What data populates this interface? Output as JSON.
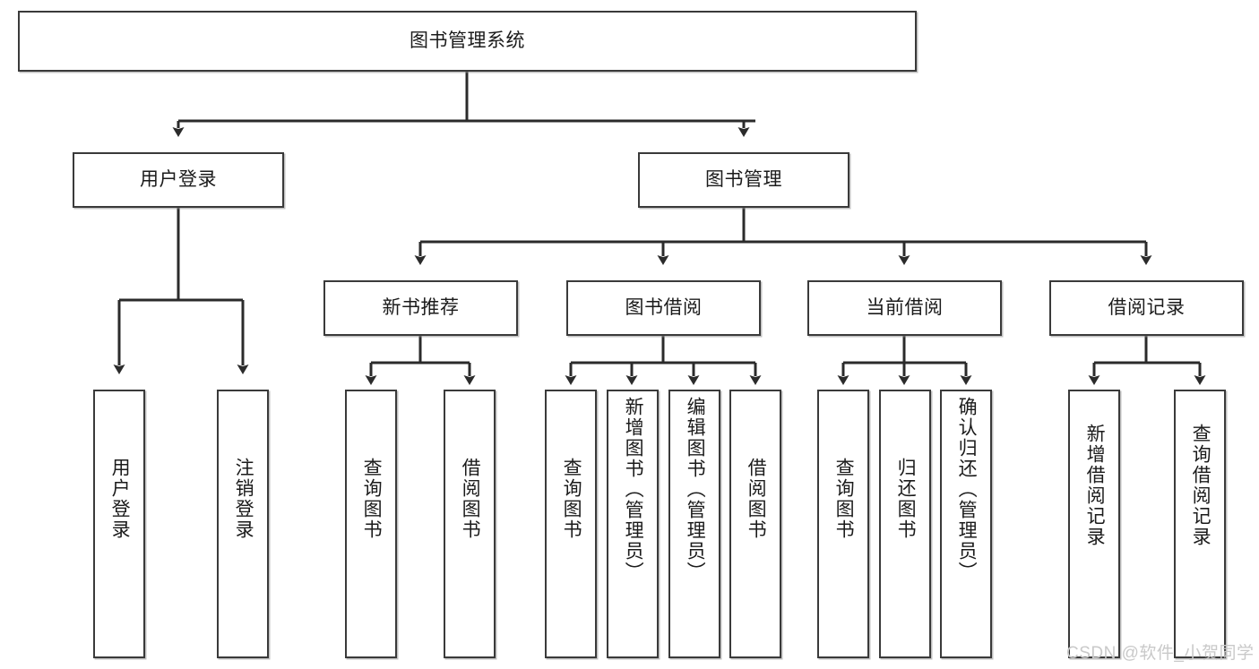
{
  "diagram": {
    "type": "tree-hierarchy-chart",
    "title": "图书管理系统",
    "orientation": "top-down",
    "colors": {
      "node_border": "#3a3a3a",
      "node_fill": "#ffffff",
      "edge": "#2b2b2b",
      "text": "#1b1b1b",
      "watermark": "#c9c9c9",
      "background": "#ffffff"
    },
    "nodes": {
      "root": {
        "label": "图书管理系统",
        "level": 1,
        "orientation": "horizontal"
      },
      "level2": [
        {
          "id": "user-login",
          "label": "用户登录",
          "orientation": "horizontal"
        },
        {
          "id": "book-management",
          "label": "图书管理",
          "orientation": "horizontal"
        }
      ],
      "level3": [
        {
          "id": "new-book-recommend",
          "label": "新书推荐",
          "orientation": "horizontal",
          "parent": "book-management"
        },
        {
          "id": "book-borrow",
          "label": "图书借阅",
          "orientation": "horizontal",
          "parent": "book-management"
        },
        {
          "id": "current-borrow",
          "label": "当前借阅",
          "orientation": "horizontal",
          "parent": "book-management"
        },
        {
          "id": "borrow-record",
          "label": "借阅记录",
          "orientation": "horizontal",
          "parent": "book-management"
        }
      ],
      "leaves": [
        {
          "id": "leaf-user-login",
          "label": "用户登录",
          "parent": "user-login",
          "orientation": "vertical"
        },
        {
          "id": "leaf-user-logout",
          "label": "注销登录",
          "parent": "user-login",
          "orientation": "vertical"
        },
        {
          "id": "leaf-query-book-1",
          "label": "查询图书",
          "parent": "new-book-recommend",
          "orientation": "vertical"
        },
        {
          "id": "leaf-borrow-book-1",
          "label": "借阅图书",
          "parent": "new-book-recommend",
          "orientation": "vertical"
        },
        {
          "id": "leaf-query-book-2",
          "label": "查询图书",
          "parent": "book-borrow",
          "orientation": "vertical"
        },
        {
          "id": "leaf-add-book",
          "label": "新增图书（管理员）",
          "parent": "book-borrow",
          "orientation": "vertical"
        },
        {
          "id": "leaf-edit-book",
          "label": "编辑图书（管理员）",
          "parent": "book-borrow",
          "orientation": "vertical"
        },
        {
          "id": "leaf-borrow-book-2",
          "label": "借阅图书",
          "parent": "book-borrow",
          "orientation": "vertical"
        },
        {
          "id": "leaf-query-book-3",
          "label": "查询图书",
          "parent": "current-borrow",
          "orientation": "vertical"
        },
        {
          "id": "leaf-return-book",
          "label": "归还图书",
          "parent": "current-borrow",
          "orientation": "vertical"
        },
        {
          "id": "leaf-confirm-return",
          "label": "确认归还（管理员）",
          "parent": "current-borrow",
          "orientation": "vertical"
        },
        {
          "id": "leaf-add-record",
          "label": "新增借阅记录",
          "parent": "borrow-record",
          "orientation": "vertical"
        },
        {
          "id": "leaf-query-record",
          "label": "查询借阅记录",
          "parent": "borrow-record",
          "orientation": "vertical"
        }
      ]
    }
  },
  "watermark": {
    "text": "CSDN @软件_小贺同学"
  }
}
